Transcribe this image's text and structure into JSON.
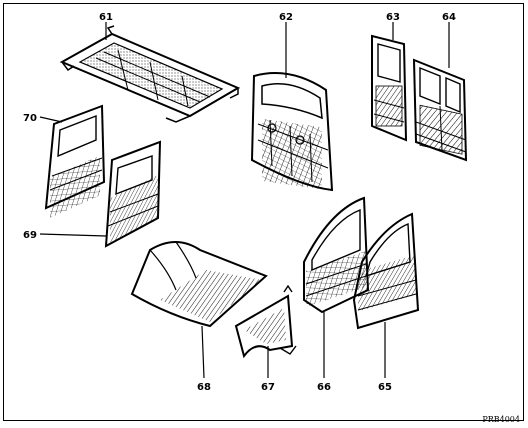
{
  "callouts": {
    "c61": "61",
    "c62": "62",
    "c63": "63",
    "c64": "64",
    "c65": "65",
    "c66": "66",
    "c67": "67",
    "c68": "68",
    "c69": "69",
    "c70": "70"
  },
  "reference_code": "PRB4004"
}
